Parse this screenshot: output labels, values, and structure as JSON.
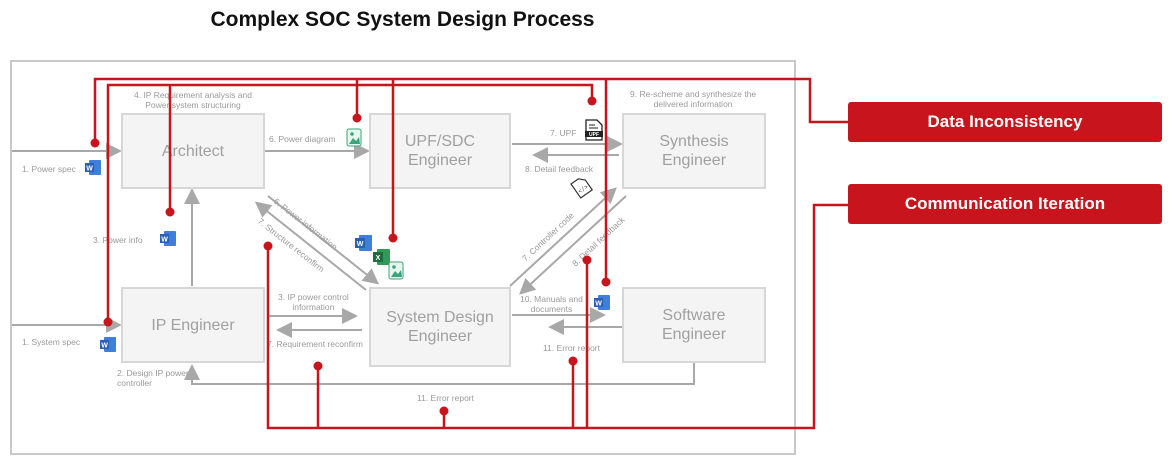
{
  "title": "Complex SOC System Design Process",
  "nodes": {
    "architect": "Architect",
    "upf_sdc": "UPF/SDC\nEngineer",
    "synthesis": "Synthesis\nEngineer",
    "ip_engineer": "IP Engineer",
    "system_design": "System Design\nEngineer",
    "software": "Software\nEngineer"
  },
  "labels": {
    "l1_power_spec": "1. Power spec",
    "l1_system_spec": "1. System spec",
    "l2_design_ip": "2. Design IP power\ncontroller",
    "l3_power_info": "3. Power info",
    "l3_ip_power_control": "3. IP power control\ninformation",
    "l4_ip_req": "4. IP Requirement analysis and\nPower system structuring",
    "l6_power_diagram": "6. Power diagram",
    "l6_power_information": "6. Power information",
    "l7_structure_reconfirm": "7. Structure reconfirm",
    "l7_requirement_reconfirm": "7. Requirement reconfirm",
    "l7_upf": "7. UPF",
    "l7_controller_code": "7. Controller code",
    "l8_detail_feedback_h": "8. Detail feedback",
    "l8_detail_feedback_d": "8. Detail feedback",
    "l9_rescheme": "9. Re-scheme and synthesize the\ndelivered information",
    "l10_manuals": "10. Manuals and\ndocuments",
    "l11_error_report_r": "11. Error report",
    "l11_error_report_b": "11. Error report"
  },
  "icons": {
    "word": "word-doc-icon",
    "image": "image-file-icon",
    "excel": "excel-icon",
    "upf": "upf-file-icon",
    "code": "code-file-icon"
  },
  "upf_icon_text": "UPF",
  "callouts": {
    "data_inconsistency": "Data Inconsistency",
    "communication_iteration": "Communication Iteration"
  },
  "colors": {
    "accent": "#c8141c",
    "box_fill": "#f4f4f4",
    "box_border": "#d7d7d7",
    "arrow": "#a8a8a8",
    "word": "#2b5fb4",
    "image": "#3aa57a"
  }
}
